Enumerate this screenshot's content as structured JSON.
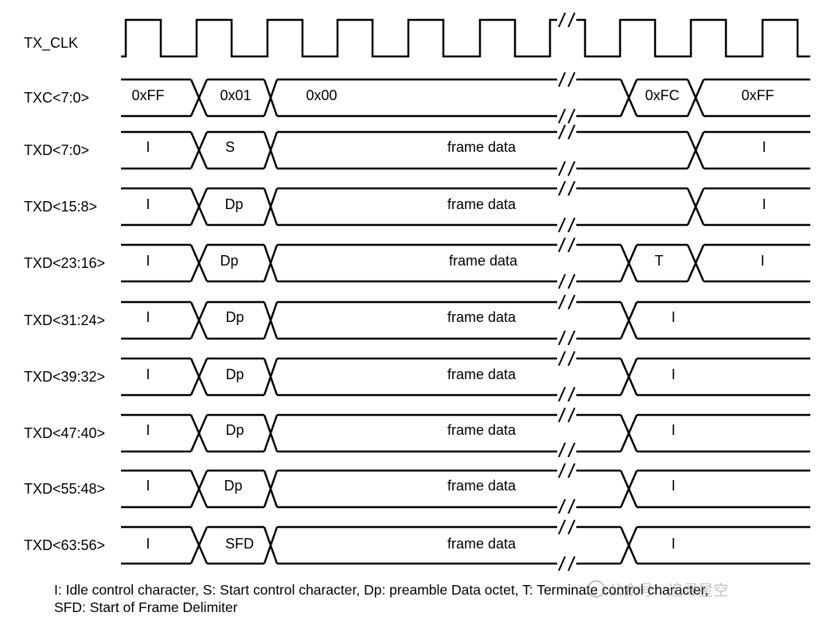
{
  "signals": [
    {
      "name": "TX_CLK",
      "type": "clock"
    },
    {
      "name": "TXC<7:0>",
      "segments": [
        "0xFF",
        "0x01",
        "0x00",
        "0xFC",
        "0xFF"
      ]
    },
    {
      "name": "TXD<7:0>",
      "segments": [
        "I",
        "S",
        "frame data",
        "I"
      ]
    },
    {
      "name": "TXD<15:8>",
      "segments": [
        "I",
        "Dp",
        "frame data",
        "I"
      ]
    },
    {
      "name": "TXD<23:16>",
      "segments": [
        "I",
        "Dp",
        "frame data",
        "T",
        "I"
      ]
    },
    {
      "name": "TXD<31:24>",
      "segments": [
        "I",
        "Dp",
        "frame data",
        "I"
      ]
    },
    {
      "name": "TXD<39:32>",
      "segments": [
        "I",
        "Dp",
        "frame data",
        "I"
      ]
    },
    {
      "name": "TXD<47:40>",
      "segments": [
        "I",
        "Dp",
        "frame data",
        "I"
      ]
    },
    {
      "name": "TXD<55:48>",
      "segments": [
        "I",
        "Dp",
        "frame data",
        "I"
      ]
    },
    {
      "name": "TXD<63:56>",
      "segments": [
        "I",
        "SFD",
        "frame data",
        "I"
      ]
    }
  ],
  "legend": {
    "line1": "I: Idle control character, S: Start control character, Dp: preamble Data octet, T: Terminate control character,",
    "line2": "SFD: Start of Frame Delimiter"
  },
  "watermark": "公众号 · 追寻星空"
}
